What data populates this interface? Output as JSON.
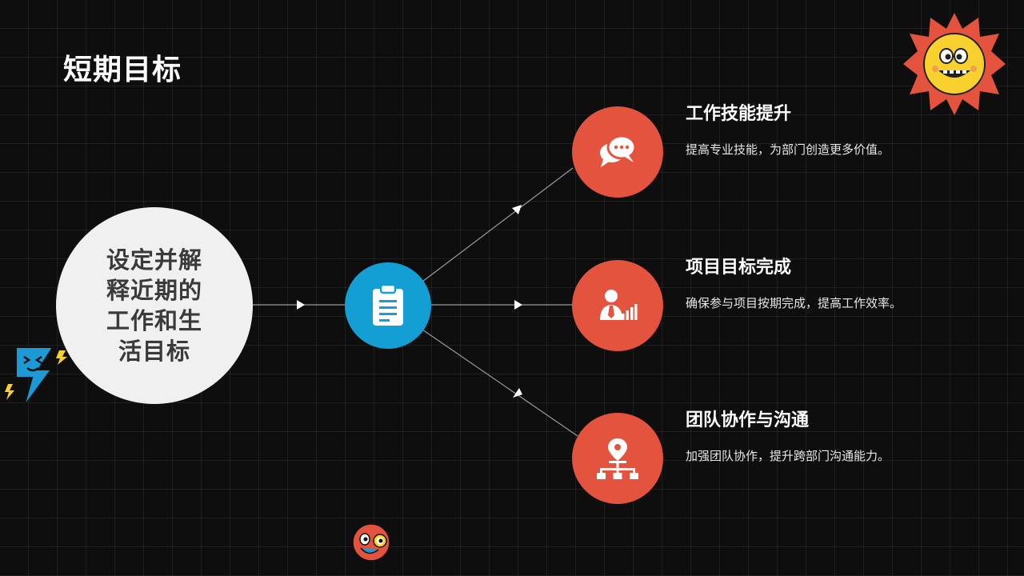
{
  "page_title": "短期目标",
  "center": {
    "text": "设定并解释近期的工作和生活目标"
  },
  "goals": [
    {
      "title": "工作技能提升",
      "description": "提高专业技能，为部门创造更多价值。",
      "icon": "chat-bubbles-icon"
    },
    {
      "title": "项目目标完成",
      "description": "确保参与项目按期完成，提高工作效率。",
      "icon": "businessman-chart-icon"
    },
    {
      "title": "团队协作与沟通",
      "description": "加强团队协作，提升跨部门沟通能力。",
      "icon": "location-org-chart-icon"
    }
  ],
  "colors": {
    "background": "#0e0e0e",
    "grid": "#2a2a2a",
    "hub": "#139fd4",
    "node": "#e3533d",
    "center_circle": "#f0f0f0",
    "center_text": "#3a3a3a",
    "connector": "#9a9a9a"
  },
  "decorations": [
    "sun-face-sticker",
    "lightning-bolt-sticker",
    "laughing-face-sticker"
  ]
}
